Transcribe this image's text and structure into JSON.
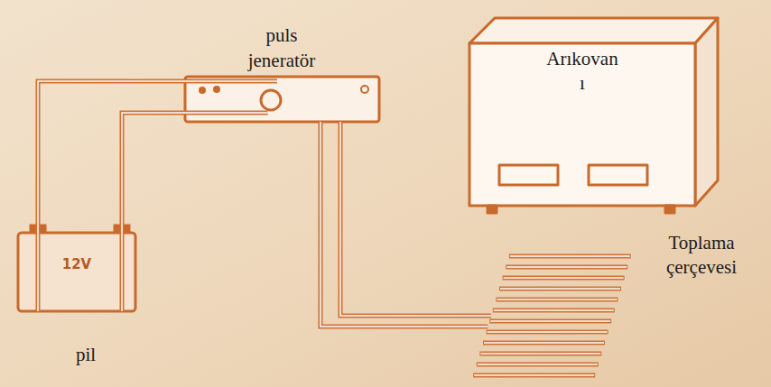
{
  "diagram": {
    "nodes": [
      {
        "text": [
          "puls jeneratör"
        ]
      },
      {
        "text": [
          "Arıkovan ı"
        ]
      },
      {
        "text": [
          "12V",
          "pil"
        ]
      },
      {
        "text": [
          "Toplama çerçevesi"
        ]
      }
    ],
    "edges": [
      {
        "from": 2,
        "to": 0,
        "arrow": "none"
      },
      {
        "from": 2,
        "to": 0,
        "arrow": "none"
      },
      {
        "from": 0,
        "to": 3,
        "arrow": "none"
      },
      {
        "from": 0,
        "to": 3,
        "arrow": "none"
      }
    ]
  }
}
